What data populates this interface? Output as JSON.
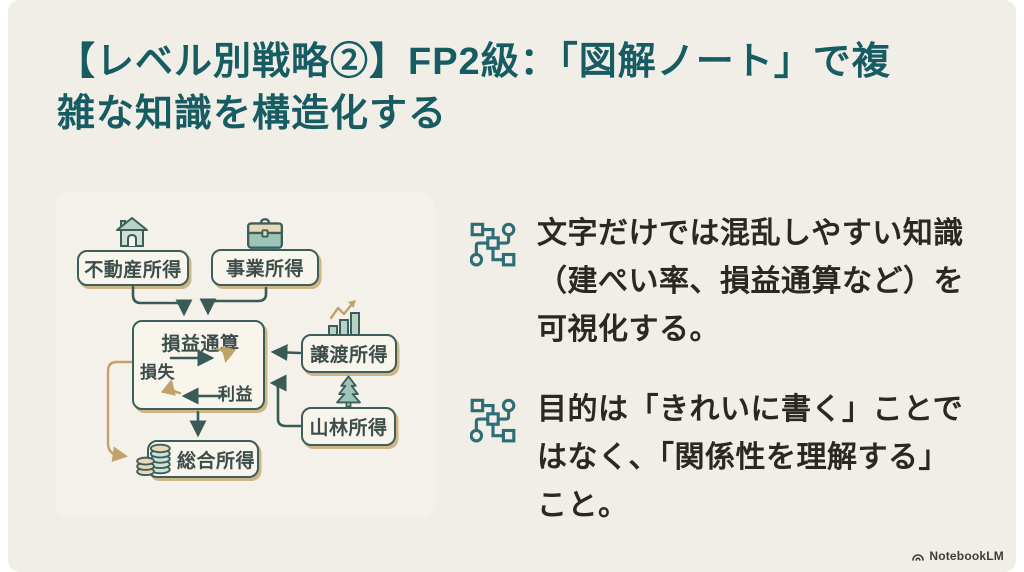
{
  "title": {
    "text": "【レベル別戦略②】FP2級：「図解ノート」で複雑な知識を構造化する",
    "lines": [
      "【レベル別戦略②】FP2級：「図解ノート」で複",
      "雑な知識を構造化する"
    ]
  },
  "diagram": {
    "nodes": {
      "real_estate": {
        "label": "不動産所得",
        "icon": "house-icon"
      },
      "business": {
        "label": "事業所得",
        "icon": "briefcase-icon"
      },
      "offset": {
        "label": "損益通算",
        "loss": "損失",
        "profit": "利益"
      },
      "transfer": {
        "label": "譲渡所得",
        "icon": "bar-chart-icon"
      },
      "forestry": {
        "label": "山林所得",
        "icon": "tree-icon"
      },
      "total": {
        "label": "総合所得",
        "icon": "coins-icon"
      }
    }
  },
  "bullets": [
    {
      "icon": "flowchart-icon",
      "text": "文字だけでは混乱しやすい知識（建ぺい率、損益通算など）を可視化する。",
      "lines": [
        "文字だけでは混乱しやすい知識",
        "（建ぺい率、損益通算など）を",
        "可視化する。"
      ]
    },
    {
      "icon": "flowchart-icon",
      "text": "目的は「きれいに書く」ことではなく、「関係性を理解する」こと。",
      "lines": [
        "目的は「きれいに書く」ことで",
        "はなく、「関係性を理解する」",
        "こと。"
      ]
    }
  ],
  "footer": {
    "brand": "NotebookLM"
  },
  "colors": {
    "slide_bg": "#f1eee7",
    "title_teal": "#175c63",
    "body_text": "#2b2723",
    "box_border": "#3c5f5b",
    "box_fill": "#f8f5ec",
    "shadow_tan": "#d0b584",
    "arrow_dark": "#3a5a55",
    "arrow_tan": "#c2a26b",
    "icon_teal": "#2f6d76",
    "icon_fill_teal": "#b9d2c6",
    "icon_fill_cream": "#ead9b4"
  }
}
